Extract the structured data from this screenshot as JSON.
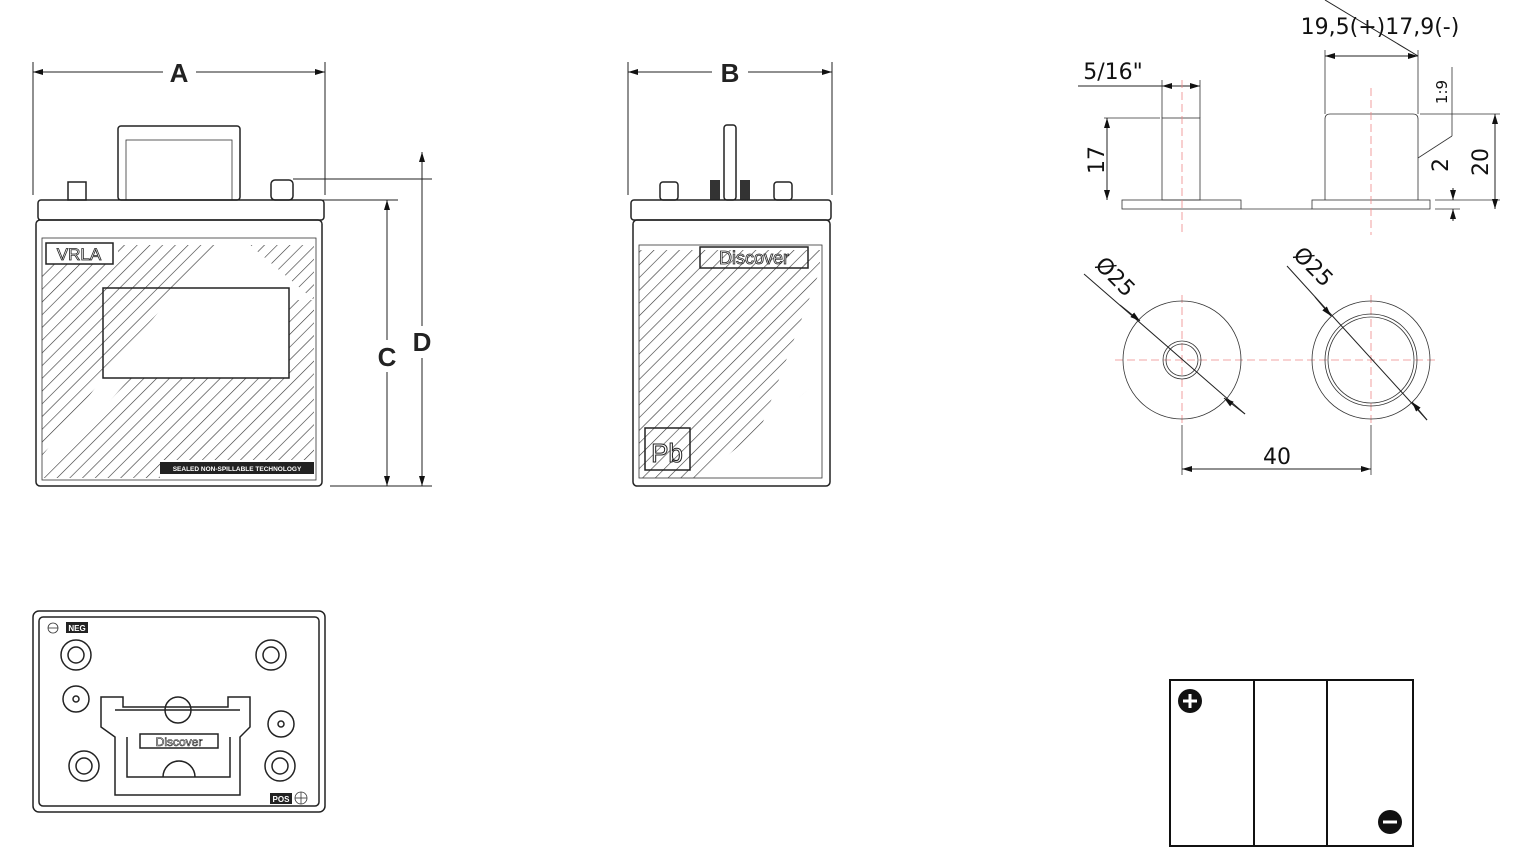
{
  "front_view": {
    "dim_width": "A",
    "dim_height_case": "C",
    "dim_height_total": "D",
    "badge": "VRLA",
    "label": "SEALED NON-SPILLABLE TECHNOLOGY"
  },
  "side_view": {
    "dim_length": "B",
    "brand": "Discover",
    "material_badge": "Pb"
  },
  "top_view": {
    "neg_label": "NEG",
    "pos_label": "POS",
    "brand": "Discover"
  },
  "terminal_detail": {
    "top_width_label": "19,5(+)17,9(-)",
    "bolt_label": "5/16\"",
    "post_height": "17",
    "taper": "1:9",
    "base_thickness": "2",
    "total_height": "20",
    "diameter_left": "Ø25",
    "diameter_right": "Ø25",
    "spacing": "40"
  },
  "layout_diagram": {
    "positive_icon": "plus-circle-icon",
    "negative_icon": "minus-circle-icon"
  }
}
